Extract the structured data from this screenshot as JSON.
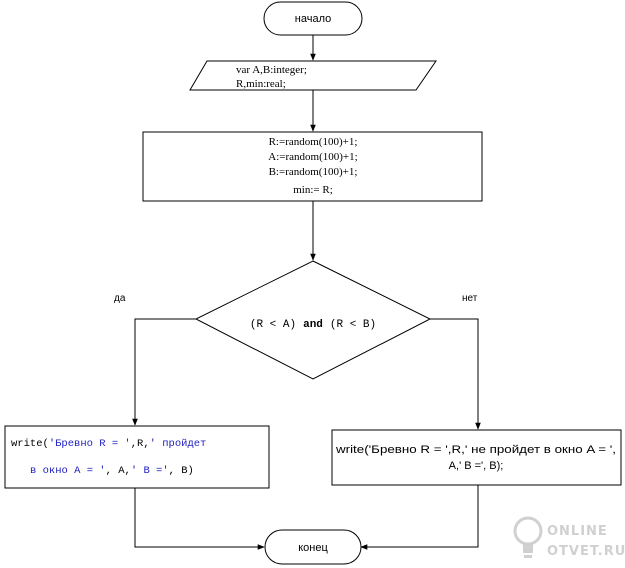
{
  "start_label": "начало",
  "declarations": [
    "var A,B:integer;",
    "R,min:real;"
  ],
  "assignments": [
    "R:=random(100)+1;",
    "A:=random(100)+1;",
    "B:=random(100)+1;",
    "min:= R;"
  ],
  "condition": {
    "left": "(R < A)",
    "op": "and",
    "right": "(R < B)"
  },
  "yes_label": "да",
  "no_label": "нет",
  "yes_output": {
    "line1": {
      "fn": "write(",
      "s1": "'Бревно R = '",
      "mid": ",R,",
      "s2": "' пройдет"
    },
    "line2": {
      "s3": "в окно A = '",
      "mid": ", A,",
      "s4": "' B ='",
      "tail": ", B)"
    }
  },
  "no_output": [
    "write('Бревно  R = ',R,' не пройдет в окно A = ',",
    "A,' B =', B);"
  ],
  "end_label": "конец",
  "watermark": {
    "line1": "ONLINE",
    "line2": "OTVET.RU"
  },
  "colors": {
    "line": "#000000",
    "string_literal": "#1f1fbf",
    "watermark": "#c8c8c8"
  }
}
